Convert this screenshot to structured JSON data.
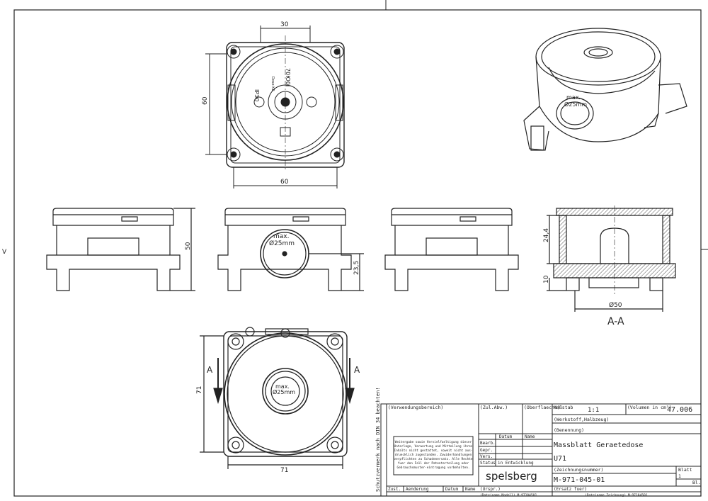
{
  "dimensions": {
    "top_width": "30",
    "top_height": "60",
    "top_bottom_width": "60",
    "side_height": "50",
    "front_offset": "23,5",
    "section_upper": "24,4",
    "section_lower": "10",
    "section_diameter": "Ø50",
    "bottom_height": "71",
    "bottom_width": "71"
  },
  "labels": {
    "max_line1": "max.",
    "max_line2": "Ø25mm",
    "section_title": "A-A",
    "arrow_letter": "A",
    "top_mark1": "IP30",
    "top_mark2": "70Ю0Ι",
    "top_mark3": "Dose KE",
    "edge_mark": "V"
  },
  "title_block": {
    "protection_note": "Schutzvermerk nach DIN 34 beachten!",
    "usage_field": "(Verwendungsbereich)",
    "zul_abw": "(Zul.Abw.)",
    "surface": "(Oberflaeche)",
    "scale_label": "Maßstab",
    "scale_value": "1:1",
    "volume_label": "(Volumen in cm³)",
    "volume_value": "47.006",
    "material": "(Werkstoff,Halbzeug)",
    "legal_text": [
      "Weitergabe sowie Vervielfaeltigung dieser",
      "Unterlage, Verwertung und Mitteilung ihres",
      "Inhalts nicht gestattet, soweit nicht aus-",
      "druecklich zugestanden. Zuwiderhandlungen",
      "verpflichten zu Schadenersatz. Alle Rechte",
      "fuer den Fall der Patenterteilung oder",
      "Gebrauchsmuster-eintragung vorbehalten."
    ],
    "col_datum": "Datum",
    "col_name": "Name",
    "row_bearb": "Bearb.",
    "row_gepr": "Gepr.",
    "row_vers": "Vers.",
    "status_label": "Status",
    "status_value": "in Entwicklung",
    "designation_label": "(Benennung)",
    "designation_line1": "Massblatt Geraetedose",
    "designation_line2": "U71",
    "company": "spelsberg",
    "drawing_no_label": "(Zeichnungsnummer)",
    "drawing_no": "M-971-045-01",
    "sheet_label": "Blatt",
    "sheet_no": "1",
    "sheet_of": "Bl.",
    "zust": "Zust.",
    "aenderung": "Aenderung",
    "datum": "Datum",
    "name": "Name",
    "ursprung": "(Urspr.)",
    "ersatz": "(Ersatz fuer)",
    "file_model": "(Dateiname Modell) M-97104501",
    "file_drawing": "(Dateiname Zeichnung) M-97104501"
  }
}
